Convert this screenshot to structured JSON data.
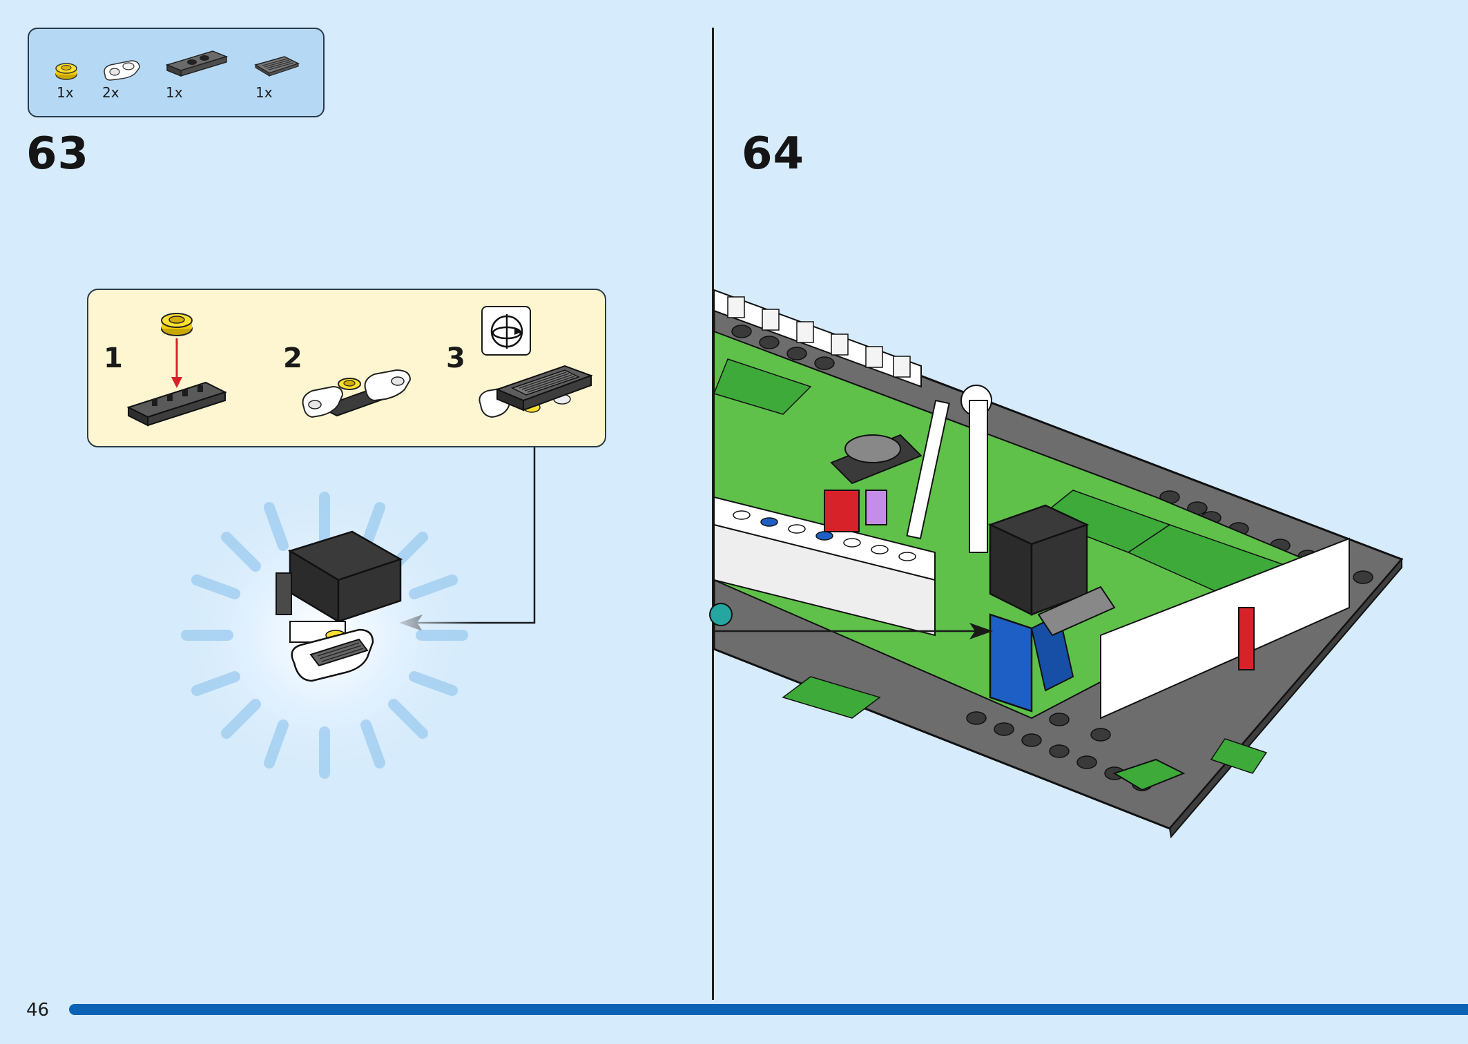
{
  "parts_list": {
    "items": [
      {
        "name": "yellow-round-plate-icon",
        "qty": "1x"
      },
      {
        "name": "white-clip-plate-icon",
        "qty": "2x"
      },
      {
        "name": "dark-grey-plate-1x4-icon",
        "qty": "1x"
      },
      {
        "name": "grille-tile-icon",
        "qty": "1x"
      }
    ]
  },
  "step_left": {
    "number": "63"
  },
  "sub_steps": [
    {
      "number": "1"
    },
    {
      "number": "2"
    },
    {
      "number": "3"
    }
  ],
  "step_right": {
    "number": "64"
  },
  "footer": {
    "page_number": "46"
  },
  "colors": {
    "background": "#d6ebfb",
    "parts_box": "#b5d9f5",
    "callout": "#fdf6d0",
    "progress": "#0a63b5",
    "arrow_red": "#d8222a"
  }
}
